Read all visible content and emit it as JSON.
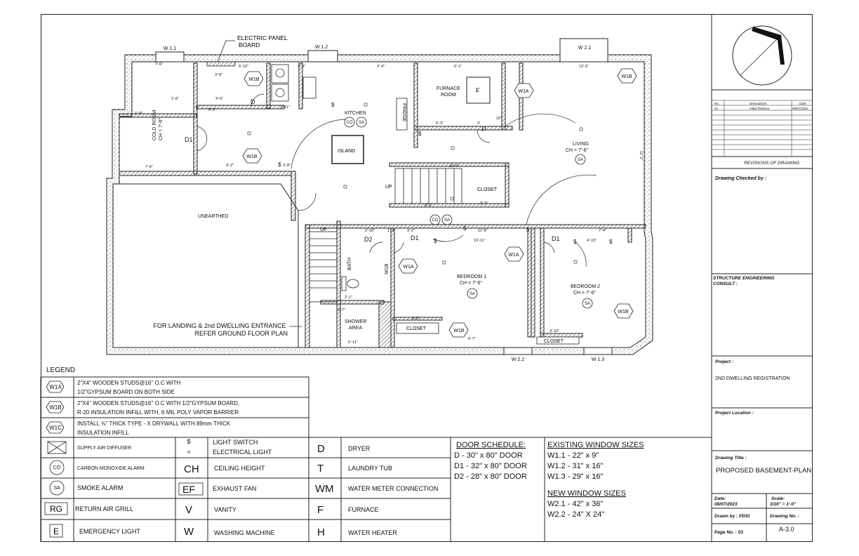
{
  "plan": {
    "electric_panel": "ELECTRIC PANEL\nBOARD",
    "windows": {
      "w11": "W 1.1",
      "w12": "W 1.2",
      "w21": "W 2.1",
      "w22": "W 2.2",
      "w13": "W 1.3"
    },
    "rooms": {
      "cold_room": "COLD ROOM",
      "cold_room_ch": "CH = 7'-6\"",
      "kitchen": "KITCHEN",
      "island": "ISLAND",
      "furnace_room": "FURNACE\nROOM",
      "fridge": "FRIDGE",
      "living": "LIVING",
      "living_ch": "CH = 7'-6\"",
      "closet": "CLOSET",
      "unearthed": "UNEARTHED",
      "bedroom1": "BEDROOM 1",
      "bedroom1_ch": "CH = 7'-6\"",
      "bedroom2": "BEDROOM 2",
      "bedroom2_ch": "CH = 7'-6\"",
      "bath": "BATH",
      "shower": "SHOWER\nAREA",
      "up": "UP"
    },
    "doors": {
      "d": "D",
      "d1": "D1",
      "d2": "D2"
    },
    "tags": {
      "w1a": "W1A",
      "w1b": "W1B",
      "sa": "SA",
      "co": "CO",
      "f": "F"
    },
    "note": "FOR LANDING & 2nd DWELLING ENTRANCE\nREFER GROUND FLOOR PLAN",
    "dims": [
      "7'-6\"",
      "3'-8\"",
      "5'-10\"",
      "2'-9\"",
      "3'-6\"",
      "3'-11\"",
      "1'-8\"",
      "5'-2\"",
      "9'-2\"",
      "2'-8\"",
      "5'-1\"",
      "3'-4\"",
      "12'-5\"",
      "5'-3\"",
      "3'",
      "10\"",
      "10'-6\"",
      "8'-5\"",
      "3'-3\"",
      "2'-10\"",
      "1'-3\"",
      "3'-2\"",
      "11'-8\"",
      "10'-11\"",
      "7'-4\"",
      "4'-10\"",
      "6'-2\"",
      "6'-7\"",
      "5'-11\"",
      "3'-7\"",
      "3'-10\"",
      "2'-1\"",
      "11'-2\""
    ]
  },
  "legend": {
    "title": "LEGEND",
    "walls": [
      {
        "tag": "W1A",
        "text": "2\"X4\" WOODEN STUDS@16\" O.C WITH\n1/2\"GYPSUM BOARD ON BOTH SIDE"
      },
      {
        "tag": "W1B",
        "text": "2\"X4\" WOODEN STUDS@16\" O.C WITH 1/2\"GYPSUM BOARD,\nR-20 INSULATION INFILL WITH, 6 MIL POLY VAPOR BARRIER"
      },
      {
        "tag": "W1C",
        "text": "INSTALL ⅝\" THICK TYPE - X DRYWALL WITH 89mm THICK\nINSULATION INFILL"
      }
    ],
    "symbols": [
      {
        "sym": "",
        "text": "SUPPLY AIR DIFFUSER",
        "sym2": "$\n✧",
        "text2": "LIGHT SWITCH\nELECTRICAL LIGHT",
        "sym3": "D",
        "text3": "DRYER"
      },
      {
        "sym": "CO",
        "text": "CARBON MONOXIDE ALARM",
        "sym2": "CH",
        "text2": "CEILING HEIGHT",
        "sym3": "T",
        "text3": "LAUNDRY TUB"
      },
      {
        "sym": "SA",
        "text": "SMOKE ALARM",
        "sym2": "EF",
        "text2": "EXHAUST FAN",
        "sym3": "WM",
        "text3": "WATER METER CONNECTION"
      },
      {
        "sym": "RG",
        "text": "RETURN AIR GRILL",
        "sym2": "V",
        "text2": "VANITY",
        "sym3": "F",
        "text3": "FURNACE"
      },
      {
        "sym": "E",
        "text": "EMERGENCY LIGHT",
        "sym2": "W",
        "text2": "WASHING MACHINE",
        "sym3": "H",
        "text3": "WATER HEATER"
      }
    ]
  },
  "door_schedule": {
    "title": "DOOR SCHEDULE:",
    "rows": [
      "D  - 30\" x 80\" DOOR",
      "D1 - 32\" x 80\" DOOR",
      "D2 - 28\" x 80\" DOOR"
    ]
  },
  "window_sizes": {
    "existing_title": "EXISTING WINDOW SIZES",
    "existing": [
      "W1.1 - 22\" x 9\"",
      "W1.2 - 31\" x 16\"",
      "W1.3 - 29\" x 16\""
    ],
    "new_title": "NEW WINDOW SIZES",
    "new": [
      "W2.1 - 42\" x 36\"",
      "W2.2 - 24\" X 24\""
    ]
  },
  "title_block": {
    "rev_headers": [
      "No.",
      "Descriptions",
      "Date"
    ],
    "rev_row": [
      "01",
      "Initial Release",
      "08/07/2023"
    ],
    "revisions_label": "REVISIONS OF DRAWING",
    "checked_by": "Drawing Checked by :",
    "structure": "STRUCTURE ENGINEERING\nCONSULT :",
    "project_label": "Project :",
    "project": "2ND DWELLING REGISTRATION",
    "location_label": "Project Location :",
    "drawing_title_label": "Drawing Title :",
    "drawing_title": "PROPOSED BASEMENT-PLAN",
    "date_label": "Date:",
    "date": "08/07/2023",
    "scale_label": "Scale:",
    "scale": "3/16\" = 1'-0\"",
    "drawn_by": "Drawn by : PDSI",
    "drawing_no_label": "Drawing No. :",
    "drawing_no": "A-3.0",
    "page_no": "Page No. : 03"
  }
}
